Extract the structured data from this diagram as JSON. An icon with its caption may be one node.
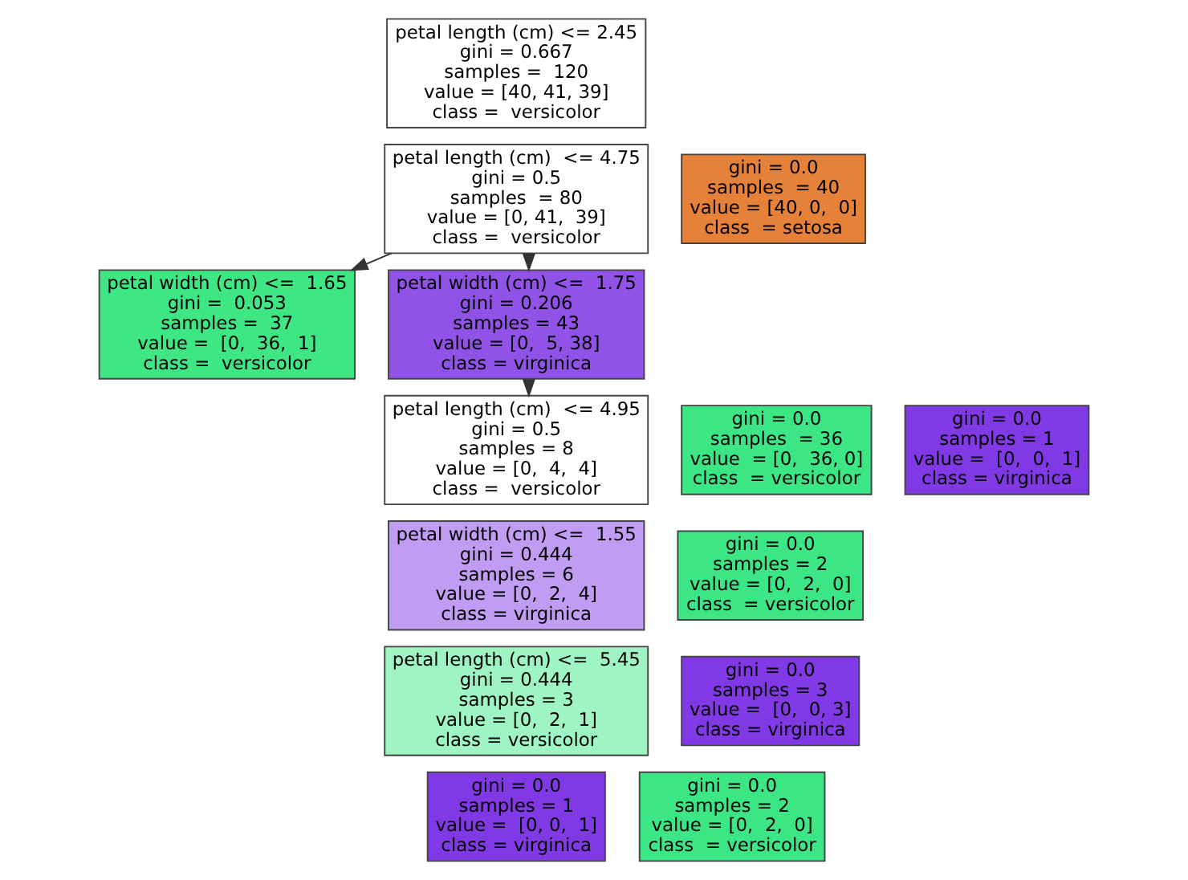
{
  "diagram": {
    "nodes": [
      {
        "text": [
          "petal length (cm) <= 2.45",
          "gini = 0.667",
          "samples =  120",
          "value = [40, 41, 39]",
          "class =  versicolor"
        ]
      },
      {
        "text": [
          "gini = 0.0",
          "samples  = 40",
          "value = [40, 0,  0]",
          "class  = setosa"
        ]
      },
      {
        "text": [
          "petal length (cm)  <= 4.75",
          "gini = 0.5",
          "samples  = 80",
          "value = [0, 41,  39]",
          "class =  versicolor"
        ]
      },
      {
        "text": [
          "petal width (cm) <=  1.65",
          "gini =  0.053",
          "samples =  37",
          "value =  [0,  36,  1]",
          "class =  versicolor"
        ]
      },
      {
        "text": [
          "petal width (cm) <=  1.75",
          "gini = 0.206",
          "samples = 43",
          "value = [0,  5, 38]",
          "class = virginica"
        ]
      },
      {
        "text": [
          "gini = 0.0",
          "samples  = 36",
          "value  = [0,  36, 0]",
          "class  = versicolor"
        ]
      },
      {
        "text": [
          "gini = 0.0",
          "samples = 1",
          "value =  [0,  0,  1]",
          "class = virginica"
        ]
      },
      {
        "text": [
          "petal length (cm)  <= 4.95",
          "gini = 0.5",
          "samples = 8",
          "value = [0,  4,  4]",
          "class =  versicolor"
        ]
      },
      {
        "text": [
          "gini = 0.0",
          "samples = 2",
          "value = [0,  2,  0]",
          "class  = versicolor"
        ]
      },
      {
        "text": [
          "petal width (cm) <=  1.55",
          "gini = 0.444",
          "samples = 6",
          "value = [0,  2,  4]",
          "class = virginica"
        ]
      },
      {
        "text": [
          "gini = 0.0",
          "samples = 3",
          "value =  [0,  0, 3]",
          "class = virginica"
        ]
      },
      {
        "text": [
          "petal length (cm) <=  5.45",
          "gini = 0.444",
          "samples = 3",
          "value = [0,  2,  1]",
          "class = versicolor"
        ]
      },
      {
        "text": [
          "gini = 0.0",
          "samples = 2",
          "value = [0,  2,  0]",
          "class  = versicolor"
        ]
      },
      {
        "text": [
          "gini = 0.0",
          "samples = 1",
          "value =  [0, 0,  1]",
          "class = virginica"
        ]
      }
    ],
    "edges": [
      {
        "from": 2,
        "to": 3,
        "arrow": "to"
      },
      {
        "from": 2,
        "to": 4,
        "arrow": "to"
      },
      {
        "from": 4,
        "to": 7,
        "arrow": "to"
      }
    ]
  }
}
